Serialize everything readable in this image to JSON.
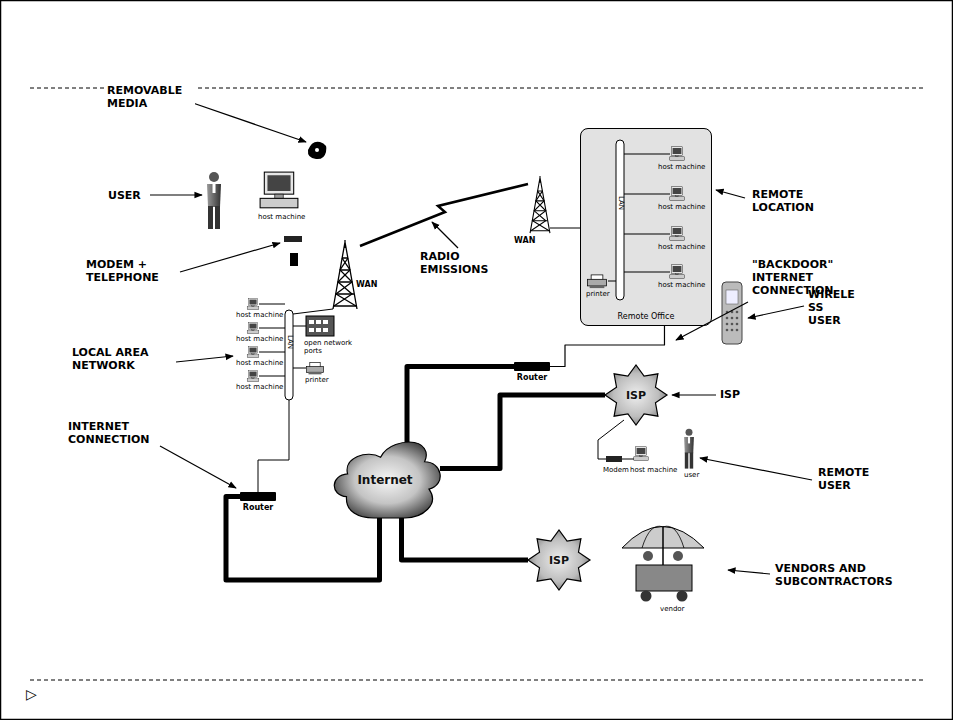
{
  "diagram": {
    "nodes": [
      {
        "text": [
          "Remote Office"
        ]
      },
      {
        "text": [
          "Router"
        ]
      },
      {
        "text": [
          "ISP"
        ]
      },
      {
        "text": [
          "Internet"
        ]
      },
      {
        "text": [
          "Router"
        ]
      },
      {
        "text": [
          "ISP"
        ]
      }
    ],
    "edges": [
      {
        "from": 4,
        "to": 3,
        "arrow": "none"
      },
      {
        "from": 3,
        "to": 1,
        "arrow": "none"
      },
      {
        "from": 3,
        "to": 2,
        "arrow": "none"
      },
      {
        "from": 3,
        "to": 5,
        "arrow": "none"
      },
      {
        "from": 1,
        "to": 0,
        "arrow": "none"
      }
    ],
    "labels": [
      "REMOVABLE MEDIA",
      "USER",
      "host machine",
      "MODEM + TELEPHONE",
      "WAN",
      "RADIO EMISSIONS",
      "WAN",
      "REMOTE LOCATION",
      "host machine",
      "host machine",
      "host machine",
      "host machine",
      "LAN",
      "printer",
      "\"BACKDOOR\" INTERNET CONNECTION",
      "LOCAL AREA NETWORK",
      "host machine",
      "host machine",
      "host machine",
      "host machine",
      "LAN",
      "open network ports",
      "printer",
      "WIRELE SS USER",
      "ISP",
      "INTERNET CONNECTION",
      "REMOTE USER",
      "Modem",
      "host machine",
      "user",
      "VENDORS AND SUBCONTRACTORS",
      "vendor",
      "▷"
    ]
  }
}
